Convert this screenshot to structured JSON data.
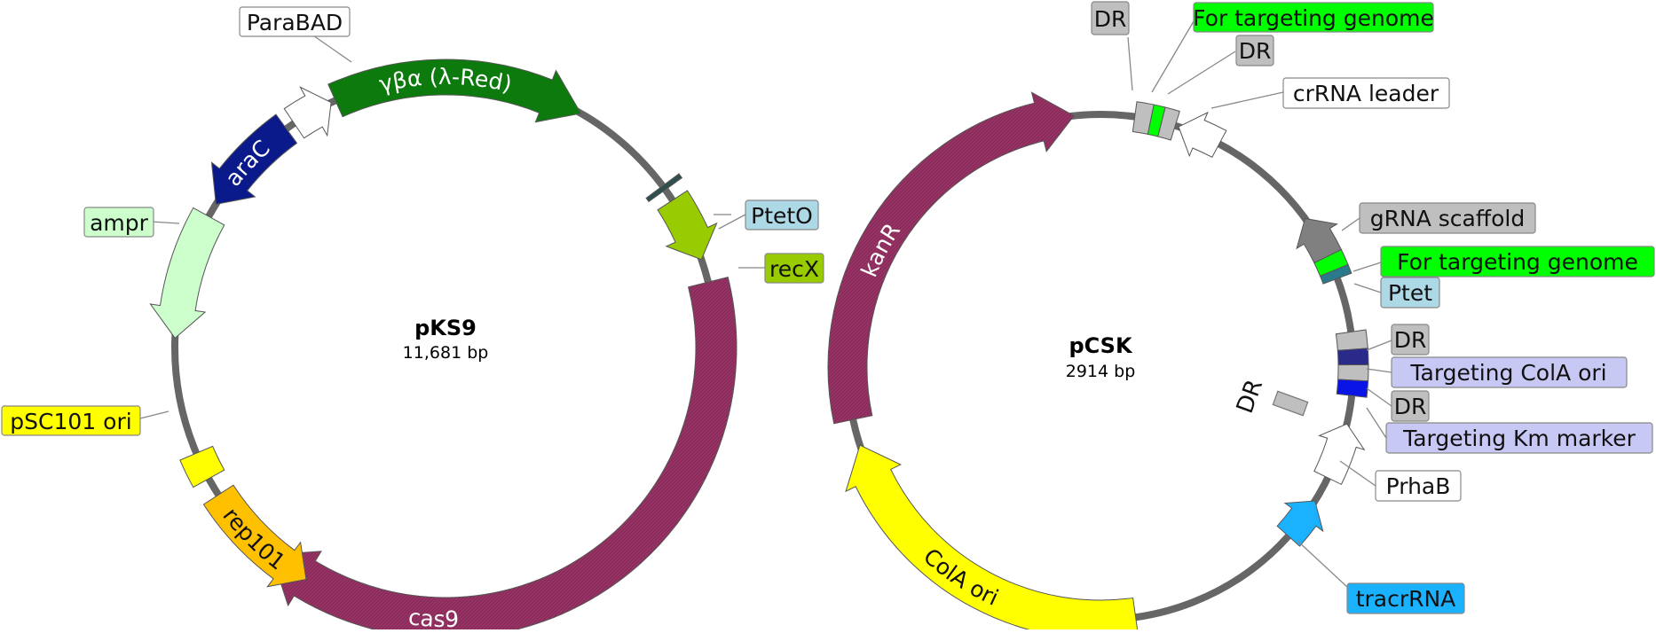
{
  "colors": {
    "backbone": "#666666",
    "magenta": "#993366",
    "dark_green": "#0d7a0d",
    "navy": "#0b1a8a",
    "light_green": "#ccffcc",
    "yellow": "#ffff00",
    "orange": "#ffc000",
    "lime": "#99cc00",
    "bright_green": "#00ff00",
    "light_blue": "#add8e6",
    "lavender": "#c8c8f5",
    "grey": "#bfbfbf",
    "cyan": "#1ab2ff"
  },
  "plasmids": [
    {
      "name": "pKS9",
      "size": "11,681 bp",
      "features": [
        {
          "key": "paraBAD",
          "label": "ParaBAD",
          "type": "promoter",
          "arc_label": ""
        },
        {
          "key": "ybalambda",
          "label": "",
          "type": "gene",
          "arc_label": "γβα (λ-Red)"
        },
        {
          "key": "araC",
          "label": "",
          "type": "gene",
          "arc_label": "araC"
        },
        {
          "key": "ampr",
          "label": "ampr",
          "type": "gene",
          "arc_label": ""
        },
        {
          "key": "ptetO",
          "label": "PtetO",
          "type": "operator",
          "arc_label": ""
        },
        {
          "key": "recX",
          "label": "recX",
          "type": "gene",
          "arc_label": ""
        },
        {
          "key": "cas9",
          "label": "",
          "type": "gene",
          "arc_label": "cas9"
        },
        {
          "key": "pSC101",
          "label": "pSC101 ori",
          "type": "origin",
          "arc_label": ""
        },
        {
          "key": "rep101",
          "label": "",
          "type": "gene",
          "arc_label": "rep101"
        }
      ]
    },
    {
      "name": "pCSK",
      "size": "2914 bp",
      "features": [
        {
          "key": "dr1",
          "label": "DR",
          "type": "repeat",
          "arc_label": ""
        },
        {
          "key": "spacer1",
          "label": "For targeting genome",
          "type": "spacer",
          "arc_label": ""
        },
        {
          "key": "dr2",
          "label": "DR",
          "type": "repeat",
          "arc_label": ""
        },
        {
          "key": "leader",
          "label": "crRNA leader",
          "type": "leader",
          "arc_label": ""
        },
        {
          "key": "kanR",
          "label": "",
          "type": "gene",
          "arc_label": "kanR"
        },
        {
          "key": "gRNA",
          "label": "gRNA scaffold",
          "type": "scaffold",
          "arc_label": ""
        },
        {
          "key": "spacer2",
          "label": "For targeting genome",
          "type": "spacer",
          "arc_label": ""
        },
        {
          "key": "ptet",
          "label": "Ptet",
          "type": "promoter",
          "arc_label": ""
        },
        {
          "key": "dr3",
          "label": "DR",
          "type": "repeat",
          "arc_label": ""
        },
        {
          "key": "colaTarget",
          "label": "Targeting ColA ori",
          "type": "spacer",
          "arc_label": ""
        },
        {
          "key": "dr4",
          "label": "DR",
          "type": "repeat",
          "arc_label": ""
        },
        {
          "key": "kmTarget",
          "label": "Targeting Km marker",
          "type": "spacer",
          "arc_label": ""
        },
        {
          "key": "drInner",
          "label": "DR",
          "type": "repeat",
          "arc_label": ""
        },
        {
          "key": "prhaB",
          "label": "PrhaB",
          "type": "promoter",
          "arc_label": ""
        },
        {
          "key": "tracrRNA",
          "label": "tracrRNA",
          "type": "rna",
          "arc_label": ""
        },
        {
          "key": "colA",
          "label": "",
          "type": "origin",
          "arc_label": "ColA ori"
        }
      ]
    }
  ]
}
